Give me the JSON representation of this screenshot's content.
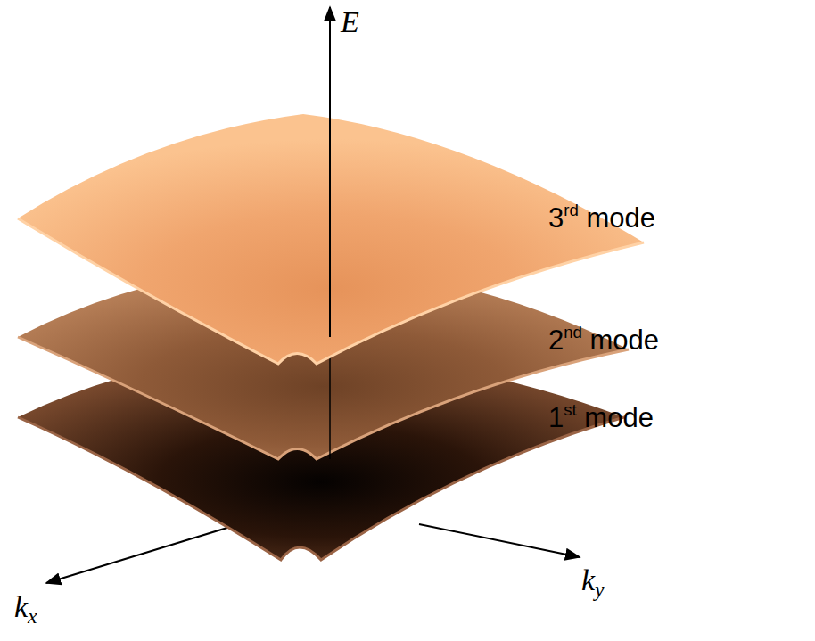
{
  "diagram": {
    "labels": [
      "E",
      "3rd mode",
      "2nd mode",
      "1st mode",
      "kx",
      "ky"
    ]
  }
}
